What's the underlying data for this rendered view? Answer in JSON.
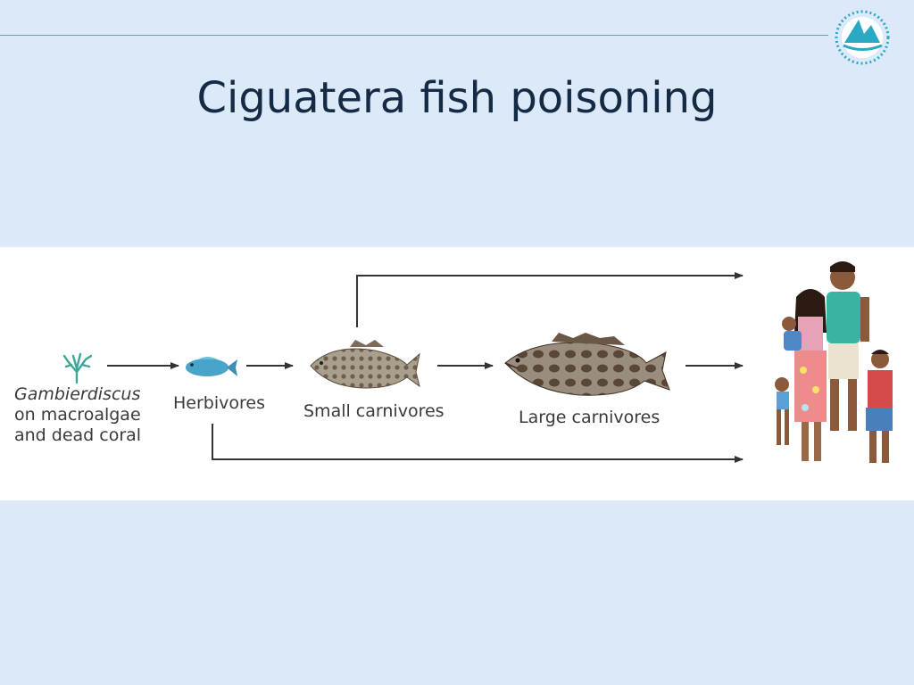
{
  "slide": {
    "title": "Ciguatera fish poisoning"
  },
  "food_chain": {
    "source": {
      "name": "Gambierdiscus",
      "line2": "on macroalgae",
      "line3": "and dead coral"
    },
    "levels": [
      {
        "label": "Herbivores"
      },
      {
        "label": "Small carnivores"
      },
      {
        "label": "Large carnivores"
      }
    ],
    "consumer_icon": "family-icon"
  },
  "colors": {
    "background": "#dbe9f9",
    "panel": "#ffffff",
    "rule": "#3bb3b4",
    "title": "#152a45",
    "arrow": "#333333",
    "logo": "#2aa8c4"
  }
}
